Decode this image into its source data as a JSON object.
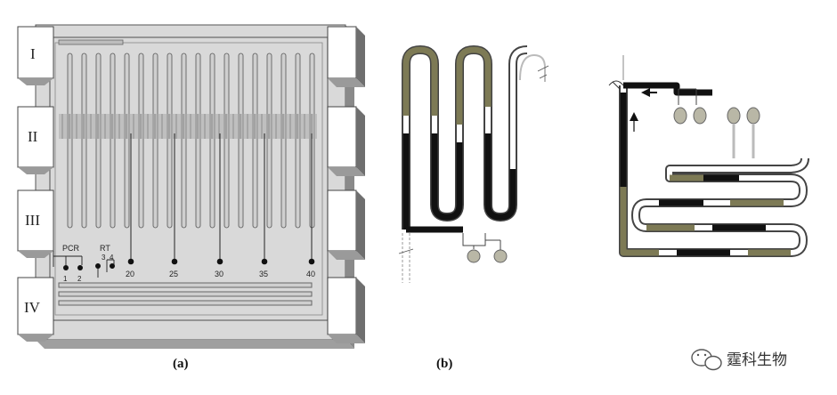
{
  "panel_a": {
    "zones": [
      "I",
      "II",
      "III",
      "IV"
    ],
    "pcr_label": "PCR",
    "rt_label": "RT",
    "pcr_numbers": [
      "1",
      "2"
    ],
    "rt_numbers": [
      "3",
      "4"
    ],
    "cycle_numbers": [
      "20",
      "25",
      "30",
      "35",
      "40"
    ],
    "caption": "(a)"
  },
  "panel_b": {
    "caption": "(b)"
  },
  "watermark": {
    "text": "霆科生物",
    "icon": "wechat-icon"
  },
  "colors": {
    "olive": "#7d7a55",
    "black": "#111111",
    "gray": "#9a9a9a",
    "light_gray": "#d2d2d2"
  }
}
